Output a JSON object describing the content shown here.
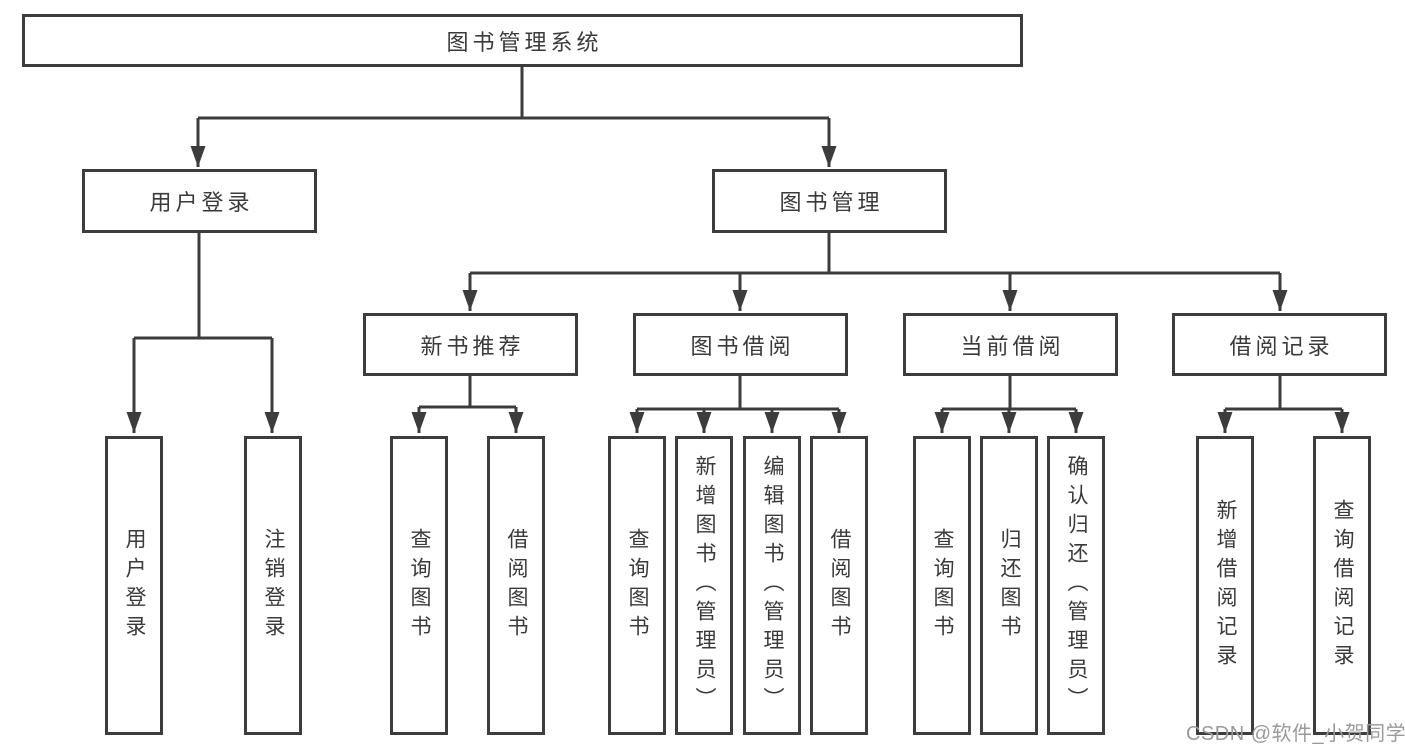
{
  "nodes": {
    "root": "图书管理系统",
    "level2": [
      "用户登录",
      "图书管理"
    ],
    "level3": [
      "新书推荐",
      "图书借阅",
      "当前借阅",
      "借阅记录"
    ],
    "leaves_user_login": [
      "用户登录",
      "注销登录"
    ],
    "leaves_new_books": [
      "查询图书",
      "借阅图书"
    ],
    "leaves_book_borrow": [
      "查询图书",
      "新增图书（管理员）",
      "编辑图书（管理员）",
      "借阅图书"
    ],
    "leaves_current_borrow": [
      "查询图书",
      "归还图书",
      "确认归还（管理员）"
    ],
    "leaves_borrow_records": [
      "新增借阅记录",
      "查询借阅记录"
    ]
  },
  "watermark": "CSDN @软件_小贺同学",
  "colors": {
    "line": "#3c3c3c",
    "text": "#3a3a3a",
    "watermark": "#9a9a9a",
    "background": "#ffffff"
  }
}
